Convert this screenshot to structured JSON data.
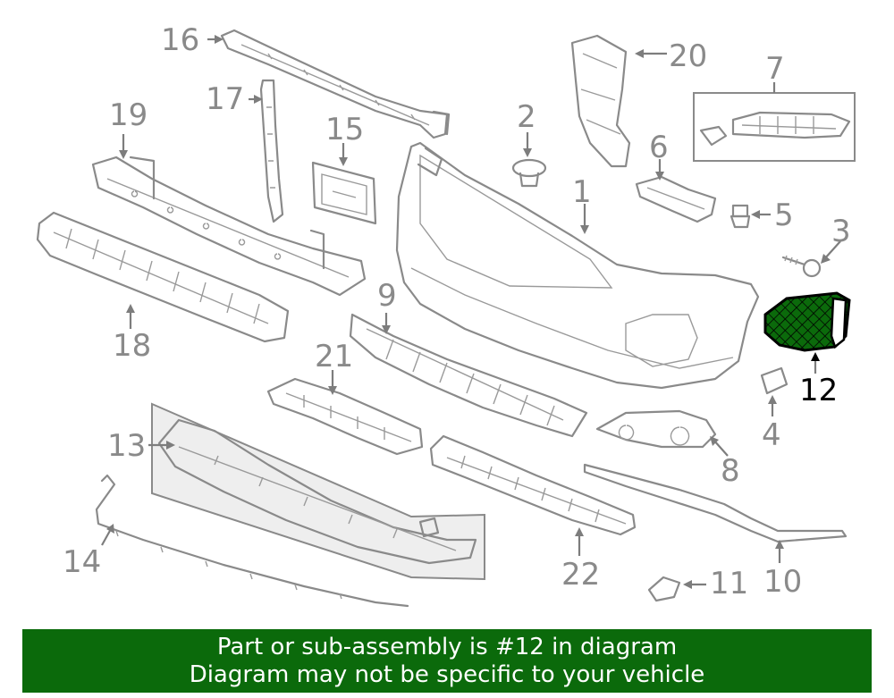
{
  "callouts": {
    "c1": "1",
    "c2": "2",
    "c3": "3",
    "c4": "4",
    "c5": "5",
    "c6": "6",
    "c7": "7",
    "c8": "8",
    "c9": "9",
    "c10": "10",
    "c11": "11",
    "c12": "12",
    "c13": "13",
    "c14": "14",
    "c15": "15",
    "c16": "16",
    "c17": "17",
    "c18": "18",
    "c19": "19",
    "c20": "20",
    "c21": "21",
    "c22": "22"
  },
  "highlight": {
    "part": "12",
    "color": "#0b6a0b"
  },
  "banner": {
    "line1": "Part or sub-assembly is #12 in diagram",
    "line2": "Diagram may not be specific to your vehicle",
    "background": "#0b6a0b"
  }
}
